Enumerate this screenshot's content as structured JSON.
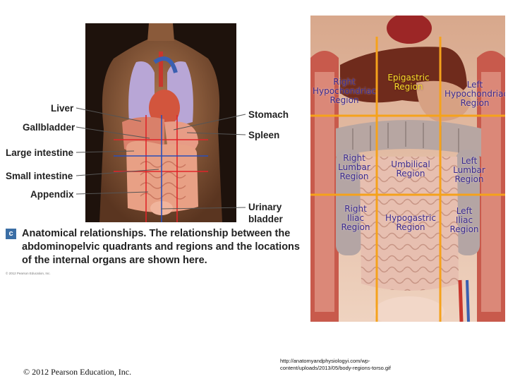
{
  "figure": {
    "labels_left": {
      "liver": "Liver",
      "gallbladder": "Gallbladder",
      "large_intestine": "Large intestine",
      "small_intestine": "Small intestine",
      "appendix": "Appendix"
    },
    "labels_right": {
      "stomach": "Stomach",
      "spleen": "Spleen",
      "urinary_bladder_1": "Urinary",
      "urinary_bladder_2": "bladder"
    },
    "caption": {
      "badge": "c",
      "title": "Anatomical relationships.",
      "body": " The relationship between the abdominopelvic quadrants and regions and the locations of the internal organs are shown here."
    },
    "small_copyright": "© 2012 Pearson Education, Inc."
  },
  "photo": {
    "regions": {
      "right_hypochondriac_1": "Right",
      "right_hypochondriac_2": "Hypochondriac",
      "right_hypochondriac_3": "Region",
      "epigastric_1": "Epigastric",
      "epigastric_2": "Region",
      "left_hypochondriac_1": "Left",
      "left_hypochondriac_2": "Hypochondriac",
      "left_hypochondriac_3": "Region",
      "right_lumbar_1": "Right",
      "right_lumbar_2": "Lumbar",
      "right_lumbar_3": "Region",
      "umbilical_1": "Umbilical",
      "umbilical_2": "Region",
      "left_lumbar_1": "Left",
      "left_lumbar_2": "Lumbar",
      "left_lumbar_3": "Region",
      "right_iliac_1": "Right",
      "right_iliac_2": "Iliac",
      "right_iliac_3": "Region",
      "hypogastric_1": "Hypogastric",
      "hypogastric_2": "Region",
      "left_iliac_1": "Left",
      "left_iliac_2": "Iliac",
      "left_iliac_3": "Region"
    },
    "grid_color": "#f5a21b",
    "region_text_color": "#3b2a8e"
  },
  "footer": {
    "copyright": "© 2012 Pearson Education, Inc.",
    "source_line1": "http://anatomyandphysiologyi.com/wp-",
    "source_line2": "content/uploads/2013/05/body-regions-torso.gif"
  }
}
